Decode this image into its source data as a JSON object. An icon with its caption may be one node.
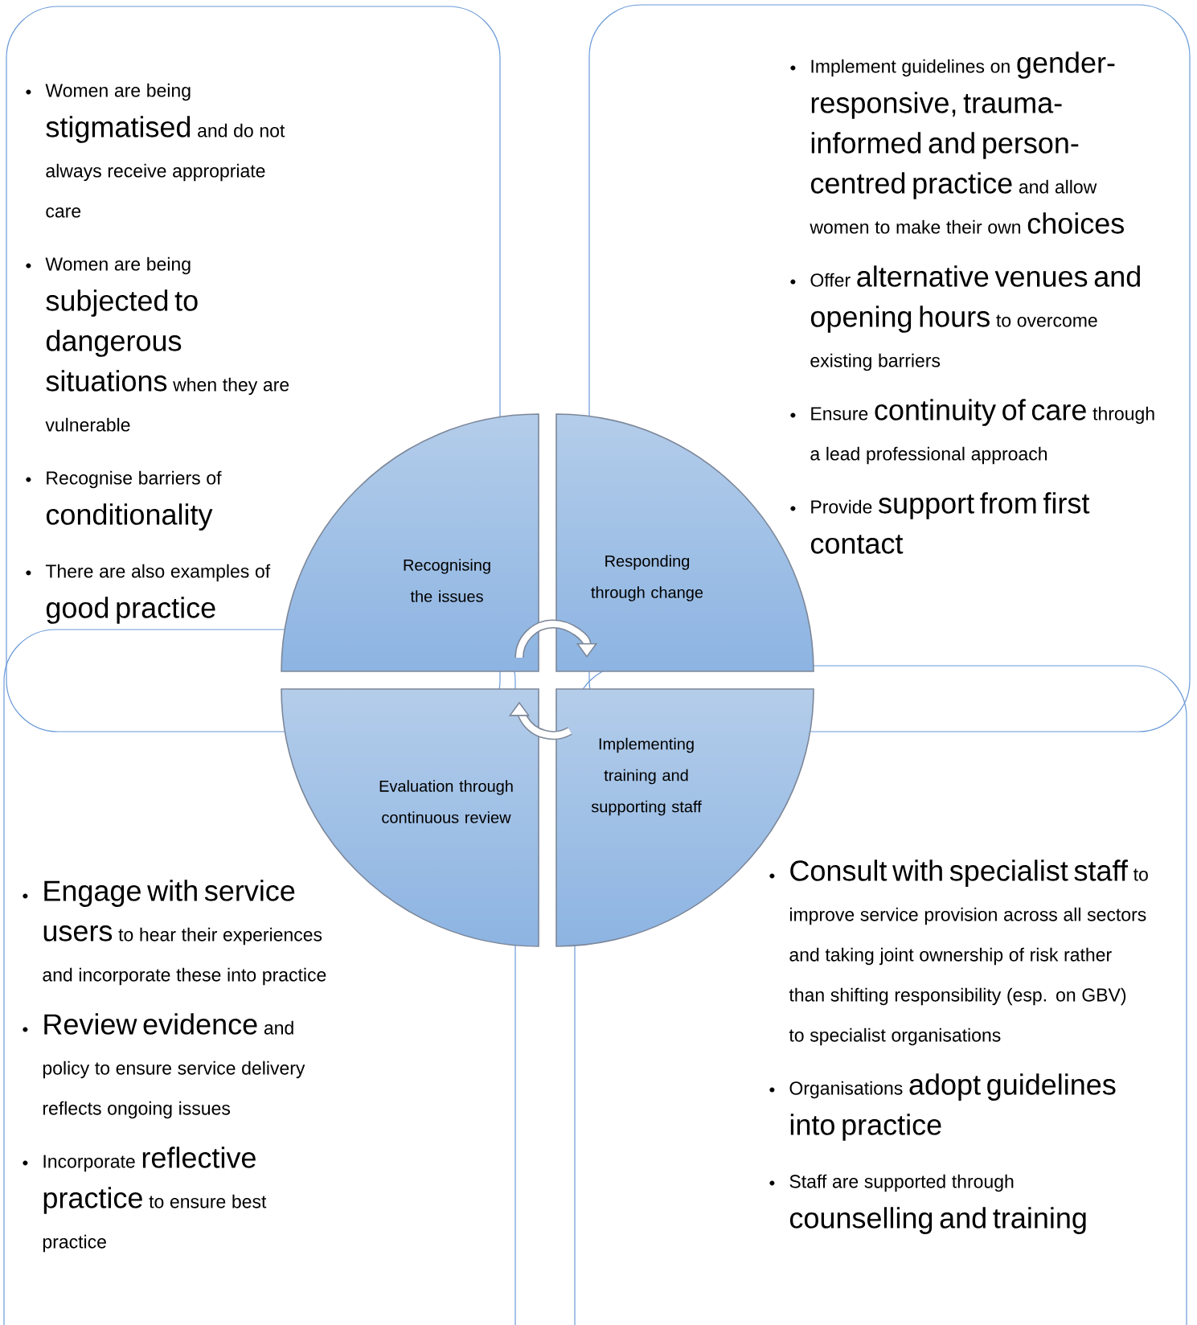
{
  "diagram": {
    "nodes": [
      {
        "text": [
          "Women are being **stigmatised** and do not always receive appropriate care",
          "Women are being **subjected to dangerous situations** when they are vulnerable",
          "Recognise barriers of **conditionality**",
          "There are also examples of **good practice**"
        ]
      },
      {
        "text": [
          "Implement guidelines on **gender-responsive, trauma-informed and person-centred practice** and allow women to make their own **choices**",
          "Offer **alternative venues and opening hours** to overcome existing barriers",
          "Ensure **continuity of care** through a lead professional approach",
          "Provide **support from first contact**"
        ]
      },
      {
        "text": [
          "Recognising the issues"
        ]
      },
      {
        "text": [
          "Responding through change"
        ]
      },
      {
        "text": [
          "Evaluation through continuous review"
        ]
      },
      {
        "text": [
          "Implementing training and supporting staff"
        ]
      },
      {
        "text": [
          "**Engage with service users** to hear their experiences and incorporate these into practice",
          "**Review evidence** and policy to ensure service delivery reflects ongoing issues",
          "Incorporate **reflective practice** to ensure best practice"
        ]
      },
      {
        "text": [
          "**Consult with specialist staff** to improve service provision across all sectors and taking joint ownership of risk rather than shifting responsibility (esp. on GBV) to specialist organisations",
          "Organisations **adopt guidelines into practice**",
          "Staff are supported through **counselling and training**"
        ]
      }
    ],
    "edges": [
      {
        "from": 2,
        "to": 3,
        "arrow": "to"
      },
      {
        "from": 5,
        "to": 4,
        "arrow": "to"
      }
    ]
  }
}
